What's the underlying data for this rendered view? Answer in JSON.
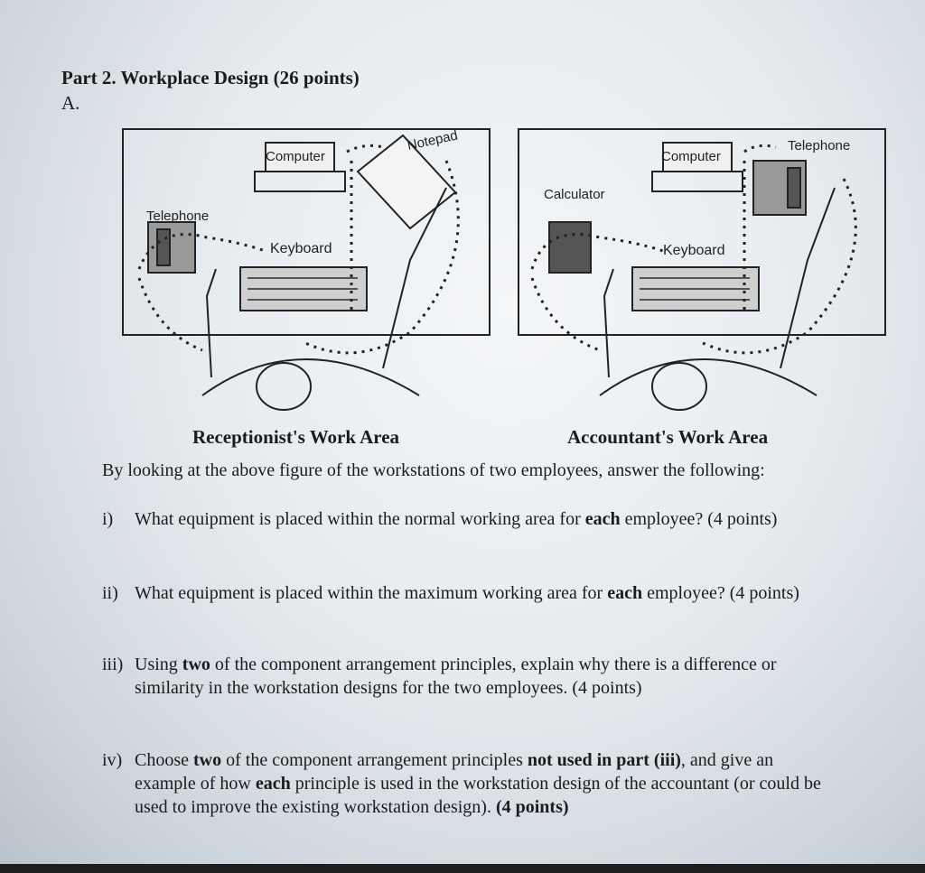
{
  "heading": "Part 2. Workplace Design (26 points)",
  "subheading": "A.",
  "figure": {
    "left": {
      "caption": "Receptionist's Work Area",
      "labels": {
        "computer": "Computer",
        "notepad": "Notepad",
        "telephone": "Telephone",
        "keyboard": "Keyboard"
      }
    },
    "right": {
      "caption": "Accountant's Work Area",
      "labels": {
        "computer": "Computer",
        "telephone": "Telephone",
        "calculator": "Calculator",
        "keyboard": "Keyboard"
      }
    }
  },
  "intro": "By looking at the above figure of the workstations of two employees, answer the following:",
  "questions": [
    {
      "num": "i)",
      "a": "What equipment is placed within the normal working area for ",
      "b": "each",
      "c": " employee? (4 points)"
    },
    {
      "num": "ii)",
      "a": "What equipment is placed within the maximum working area for ",
      "b": "each",
      "c": " employee? (4 points)"
    },
    {
      "num": "iii)",
      "a": "Using ",
      "b": "two",
      "c": " of the component arrangement principles, explain why there is a difference or similarity in the workstation designs for the two employees. (4 points)"
    },
    {
      "num": "iv)",
      "a": "Choose ",
      "b": "two",
      "c": " of the component arrangement principles ",
      "d": "not used in part (iii)",
      "e": ", and give an example of how ",
      "f": "each",
      "g": " principle is used in the workstation design of the accountant (or could be used to improve the existing workstation design). ",
      "h": "(4 points)"
    }
  ]
}
